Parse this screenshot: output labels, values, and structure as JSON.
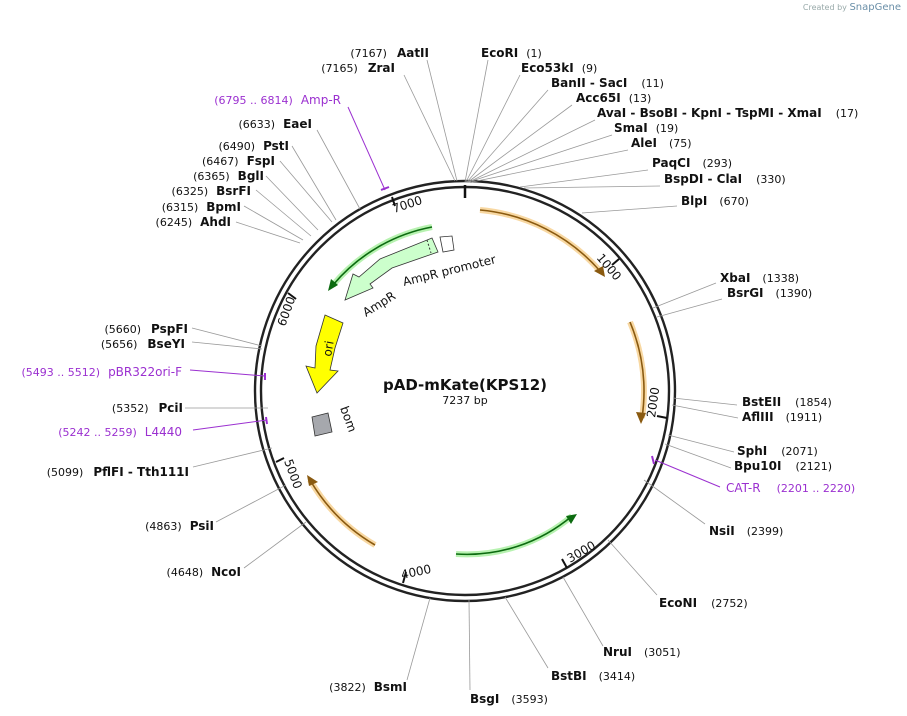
{
  "credit": {
    "prefix": "Created by",
    "brand": "SnapGene"
  },
  "plasmid": {
    "name": "pAD-mKate(KPS12)",
    "size_label": "7237 bp",
    "length": 7237
  },
  "ticks": [
    "1000",
    "2000",
    "3000",
    "4000",
    "5000",
    "6000",
    "7000"
  ],
  "enzymes": [
    {
      "name": "EcoRI",
      "pos": "(1)"
    },
    {
      "name": "Eco53kI",
      "pos": "(9)"
    },
    {
      "name": "BanII  -  SacI",
      "pos": "(11)"
    },
    {
      "name": "Acc65I",
      "pos": "(13)"
    },
    {
      "name": "AvaI  -  BsoBI  -  KpnI  -  TspMI  -  XmaI",
      "pos": "(17)"
    },
    {
      "name": "SmaI",
      "pos": "(19)"
    },
    {
      "name": "AleI",
      "pos": "(75)"
    },
    {
      "name": "PaqCI",
      "pos": "(293)"
    },
    {
      "name": "BspDI  -  ClaI",
      "pos": "(330)"
    },
    {
      "name": "BlpI",
      "pos": "(670)"
    },
    {
      "name": "XbaI",
      "pos": "(1338)"
    },
    {
      "name": "BsrGI",
      "pos": "(1390)"
    },
    {
      "name": "BstEII",
      "pos": "(1854)"
    },
    {
      "name": "AflIII",
      "pos": "(1911)"
    },
    {
      "name": "SphI",
      "pos": "(2071)"
    },
    {
      "name": "Bpu10I",
      "pos": "(2121)"
    },
    {
      "name": "NsiI",
      "pos": "(2399)"
    },
    {
      "name": "EcoNI",
      "pos": "(2752)"
    },
    {
      "name": "NruI",
      "pos": "(3051)"
    },
    {
      "name": "BstBI",
      "pos": "(3414)"
    },
    {
      "name": "BsgI",
      "pos": "(3593)"
    },
    {
      "name": "BsmI",
      "pos": "(3822)"
    },
    {
      "name": "NcoI",
      "pos": "(4648)"
    },
    {
      "name": "PsiI",
      "pos": "(4863)"
    },
    {
      "name": "PflFI  -  Tth111I",
      "pos": "(5099)"
    },
    {
      "name": "PciI",
      "pos": "(5352)"
    },
    {
      "name": "BseYI",
      "pos": "(5656)"
    },
    {
      "name": "PspFI",
      "pos": "(5660)"
    },
    {
      "name": "AhdI",
      "pos": "(6245)"
    },
    {
      "name": "BpmI",
      "pos": "(6315)"
    },
    {
      "name": "BsrFI",
      "pos": "(6325)"
    },
    {
      "name": "BglI",
      "pos": "(6365)"
    },
    {
      "name": "FspI",
      "pos": "(6467)"
    },
    {
      "name": "PstI",
      "pos": "(6490)"
    },
    {
      "name": "EaeI",
      "pos": "(6633)"
    },
    {
      "name": "ZraI",
      "pos": "(7165)"
    },
    {
      "name": "AatII",
      "pos": "(7167)"
    }
  ],
  "primers": [
    {
      "name": "Amp-R",
      "range": "(6795 .. 6814)"
    },
    {
      "name": "CAT-R",
      "range": "(2201 .. 2220)"
    },
    {
      "name": "pBR322ori-F",
      "range": "(5493 .. 5512)"
    },
    {
      "name": "L4440",
      "range": "(5242 .. 5259)"
    }
  ],
  "features": [
    {
      "name": "AmpR promoter"
    },
    {
      "name": "AmpR"
    },
    {
      "name": "ori"
    },
    {
      "name": "bom"
    }
  ],
  "colors": {
    "backbone": "#222222",
    "primer": "#9b30d0",
    "orf": "#f5c87a",
    "green": "#b7f2b0",
    "ampr": "#ccffcc",
    "ori": "#ffff00",
    "bom": "#a6a8ad"
  }
}
